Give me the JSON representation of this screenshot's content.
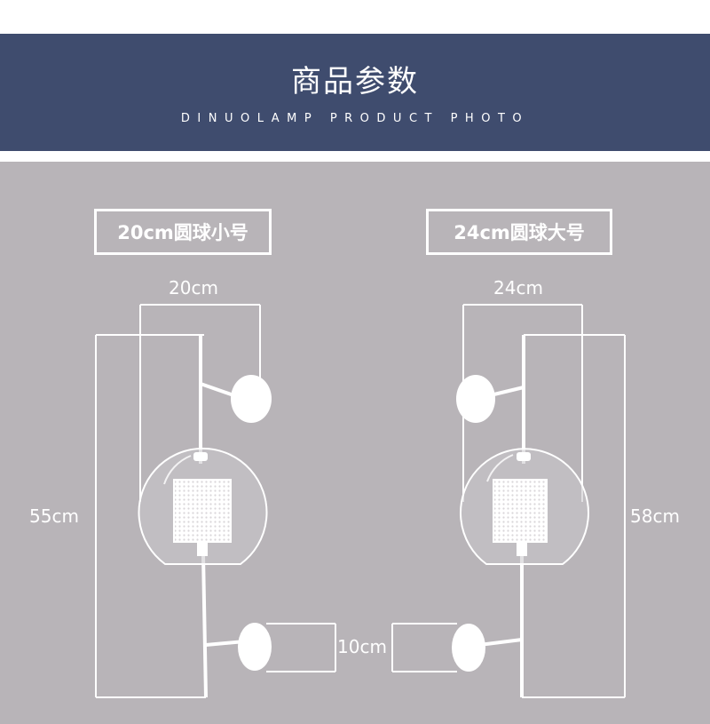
{
  "header": {
    "title": "商品参数",
    "subtitle": "DINUOLAMP PRODUCT PHOTO"
  },
  "variants": [
    {
      "name": "20cm圆球小号",
      "width_label": "20cm",
      "height_label": "55cm",
      "depth_label": "10cm"
    },
    {
      "name": "24cm圆球大号",
      "width_label": "24cm",
      "height_label": "58cm"
    }
  ],
  "colors": {
    "banner": "#3f4c6e",
    "background": "#b8b4b8",
    "line": "#ffffff"
  }
}
